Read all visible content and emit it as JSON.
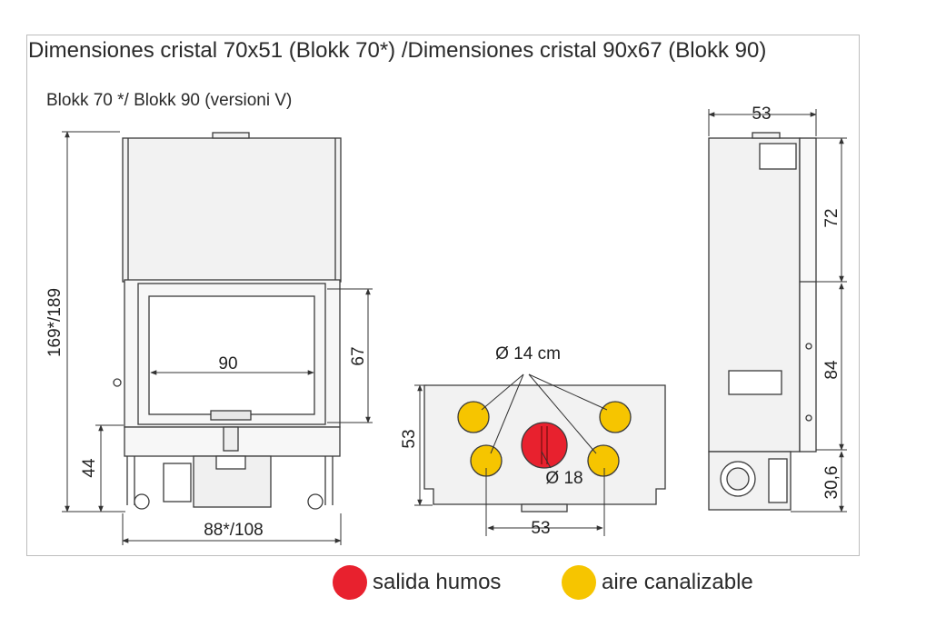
{
  "title": "Dimensiones cristal 70x51 (Blokk 70*) /Dimensiones cristal 90x67 (Blokk 90)",
  "subtitle": "Blokk 70 */ Blokk 90  (versioni V)",
  "front_view": {
    "height_label": "169*/189",
    "glass_width_label": "90",
    "glass_height_label": "67",
    "base_height_label": "44",
    "width_label": "88*/108"
  },
  "top_view": {
    "duct_diameter_label": "Ø 14 cm",
    "flue_diameter_label": "Ø 18",
    "depth_label": "53",
    "duct_spacing_label": "53"
  },
  "side_view": {
    "depth_label": "53",
    "upper_height_label": "72",
    "middle_height_label": "84",
    "base_height_label": "30,6"
  },
  "legend": [
    {
      "label": "salida humos",
      "color": "#e8212e"
    },
    {
      "label": "aire canalizable",
      "color": "#f6c500"
    }
  ],
  "colors": {
    "line": "#3a3a3a",
    "body_fill": "#f1f1f1",
    "flue": "#e8212e",
    "air": "#f6c500"
  }
}
